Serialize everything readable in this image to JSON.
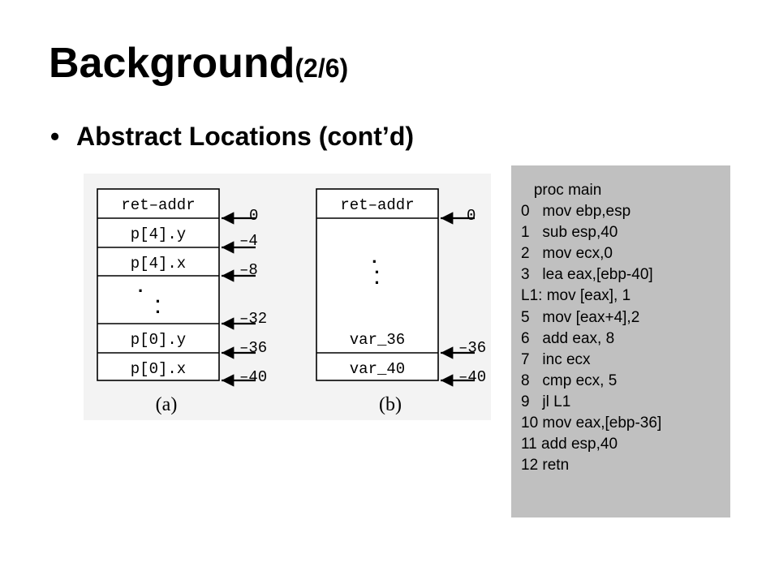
{
  "slide": {
    "title_main": "Background",
    "title_sub": "(2/6)",
    "bullet": "Abstract Locations (cont’d)"
  },
  "figure_a": {
    "caption": "(a)",
    "cells": [
      "ret–addr",
      "p[4].y",
      "p[4].x",
      "·\n·\n·",
      "p[0].y",
      "p[0].x"
    ],
    "offsets": [
      "0",
      "–4",
      "–8",
      "–32",
      "–36",
      "–40"
    ]
  },
  "figure_b": {
    "caption": "(b)",
    "cells": [
      "ret–addr",
      "·\n·\n·",
      "var_36",
      "var_40"
    ],
    "offsets": [
      "0",
      "–36",
      "–40"
    ]
  },
  "code": {
    "lines": [
      "   proc main",
      "0   mov ebp,esp",
      "1   sub esp,40",
      "2   mov ecx,0",
      "3   lea eax,[ebp-40]",
      "L1: mov [eax], 1",
      "5   mov [eax+4],2",
      "6   add eax, 8",
      "7   inc ecx",
      "8   cmp ecx, 5",
      "9   jl L1",
      "10 mov eax,[ebp-36]",
      "11 add esp,40",
      "12 retn"
    ]
  }
}
